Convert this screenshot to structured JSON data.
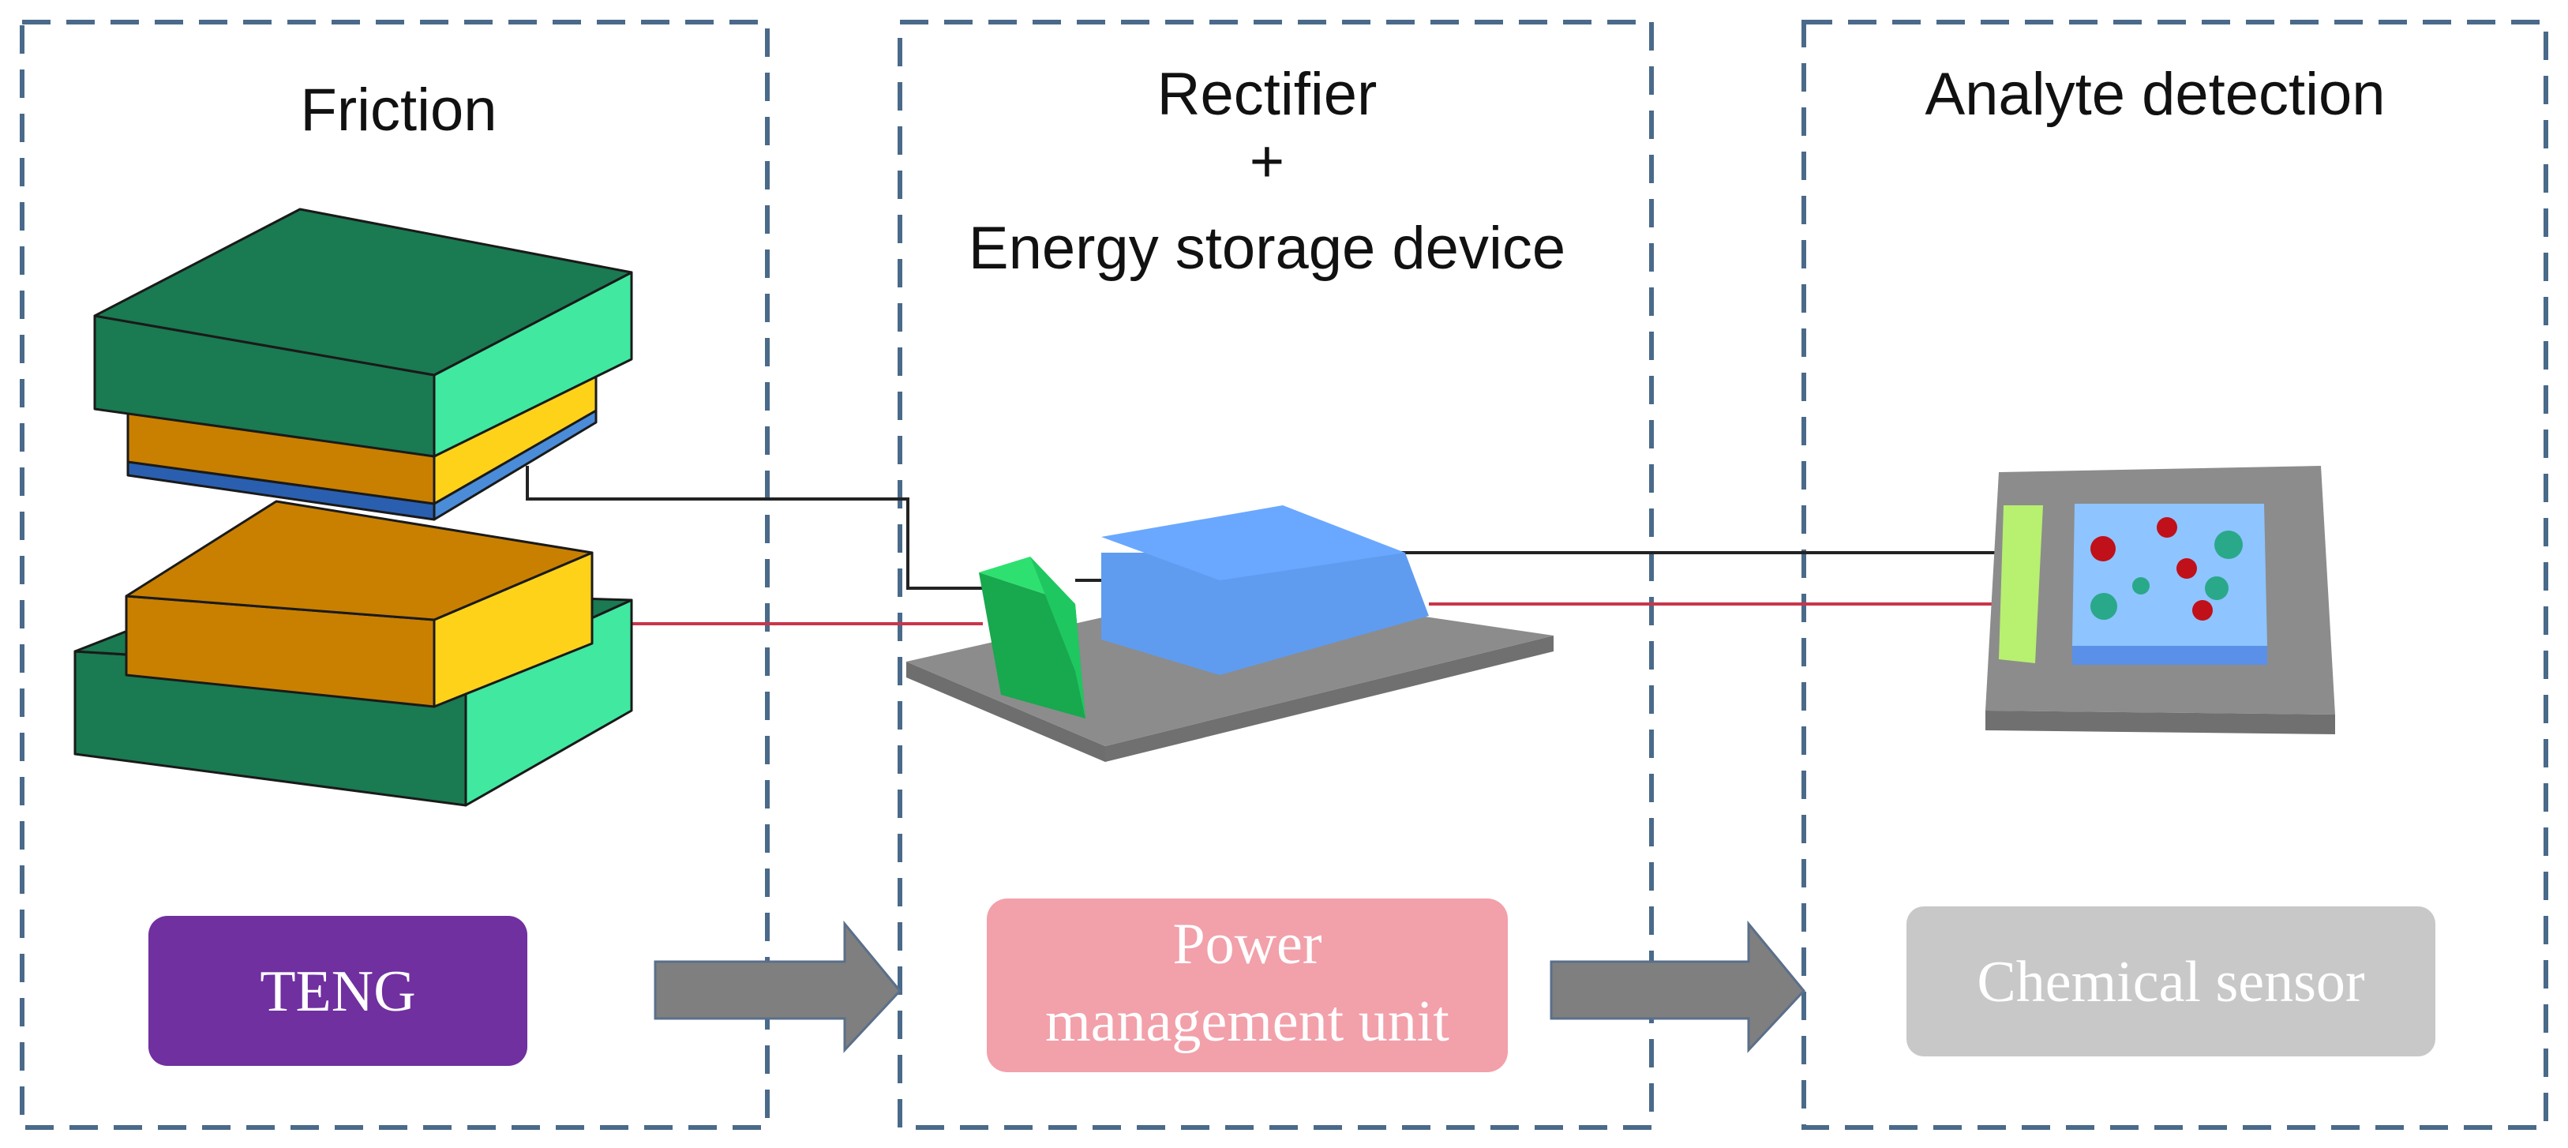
{
  "panels": {
    "friction": {
      "title": "Friction",
      "label": "TENG",
      "label_color": "#7030a0"
    },
    "rectifier": {
      "title_line1": "Rectifier",
      "title_line2": "+",
      "title_line3": "Energy storage device",
      "label_line1": "Power",
      "label_line2": "management unit",
      "label_color": "#f2a0aa"
    },
    "analyte": {
      "title": "Analyte detection",
      "label": "Chemical sensor",
      "label_color": "#c8c8c8"
    }
  },
  "colors": {
    "dash_border": "#4a6a8a",
    "arrow": "#7f7f7f",
    "teng_plate": "#1a7a52",
    "teng_plate_side": "#40e8a0",
    "teng_orange": "#c98000",
    "teng_yellow": "#ffd21a",
    "teng_blue": "#2a5fb0",
    "wire_black": "#222222",
    "wire_red": "#c8364a",
    "board_gray": "#8c8c8c",
    "rectifier_green": "#1fc760",
    "storage_blue": "#6aa8ff",
    "sensor_green": "#b8f070",
    "sensor_window": "#8ec4ff",
    "particle_red": "#c0101a",
    "particle_teal": "#2aa88a"
  }
}
